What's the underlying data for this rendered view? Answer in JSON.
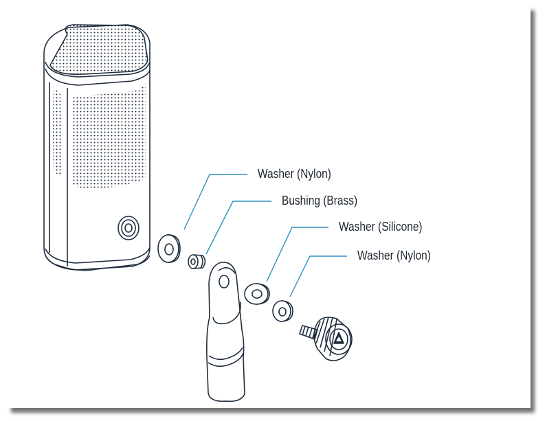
{
  "colors": {
    "ink": "#1f2d3d",
    "leader": "#2e8fc2",
    "paper": "#ffffff",
    "shadow": "#3a3a3a"
  },
  "diagram": {
    "parts": [
      {
        "id": "washer-nylon-1",
        "label": "Washer (Nylon)"
      },
      {
        "id": "bushing-brass",
        "label": "Bushing (Brass)"
      },
      {
        "id": "washer-silicone",
        "label": "Washer (Silicone)"
      },
      {
        "id": "washer-nylon-2",
        "label": "Washer (Nylon)"
      }
    ],
    "icons": [
      "microphone-body-icon",
      "mount-arm-icon",
      "thumb-screw-icon"
    ]
  }
}
